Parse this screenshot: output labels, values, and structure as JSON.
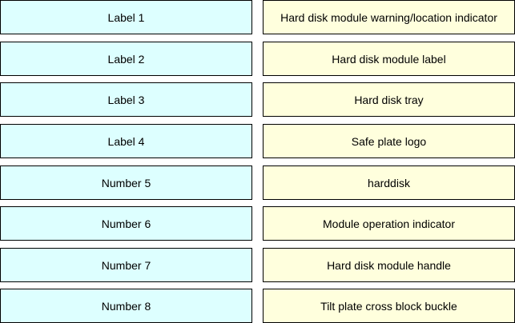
{
  "colors": {
    "left_fill": "#ddffff",
    "right_fill": "#ffffdd",
    "border": "#000000"
  },
  "rows": [
    {
      "label": "Label 1",
      "description": "Hard disk module warning/location indicator"
    },
    {
      "label": "Label 2",
      "description": "Hard disk module label"
    },
    {
      "label": "Label 3",
      "description": "Hard disk tray"
    },
    {
      "label": "Label 4",
      "description": "Safe plate logo"
    },
    {
      "label": "Number 5",
      "description": "harddisk"
    },
    {
      "label": "Number 6",
      "description": "Module operation indicator"
    },
    {
      "label": "Number 7",
      "description": "Hard disk module handle"
    },
    {
      "label": "Number 8",
      "description": "Tilt plate cross block buckle"
    }
  ]
}
